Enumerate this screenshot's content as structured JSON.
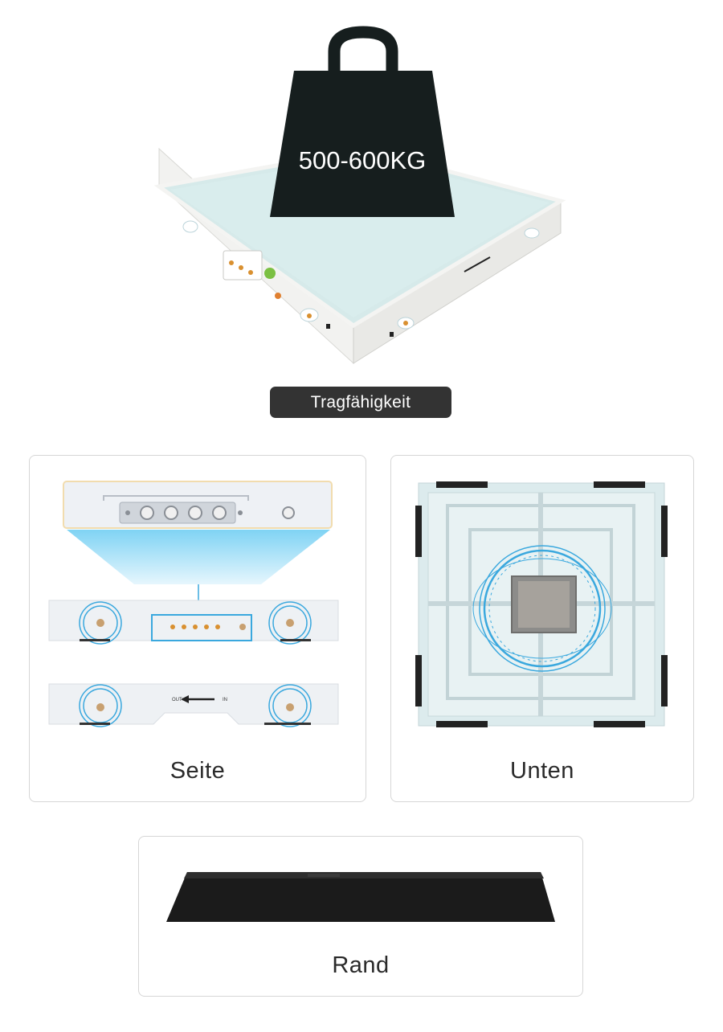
{
  "hero": {
    "weight_label": "500-600KG",
    "caption": "Tragfähigkeit"
  },
  "cards": {
    "side": {
      "label": "Seite",
      "arrow_left_text": "OUT",
      "arrow_right_text": "IN"
    },
    "bottom": {
      "label": "Unten"
    },
    "edge": {
      "label": "Rand"
    }
  },
  "colors": {
    "weight_fill": "#161e1e",
    "panel_surface": "#d9ecec",
    "panel_body": "#f6f6f4",
    "highlight_blue": "#3aa8de",
    "pill_bg": "#333333",
    "ramp_fill": "#1b1b1b"
  }
}
